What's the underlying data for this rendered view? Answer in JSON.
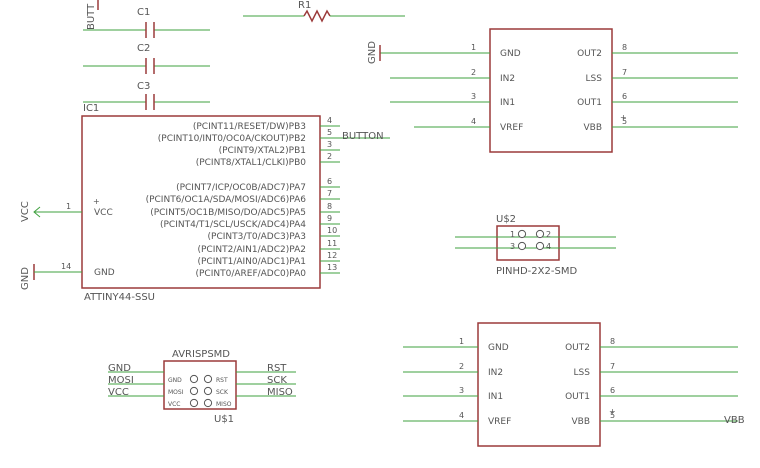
{
  "labels": {
    "butt": "BUTT",
    "c1": "C1",
    "c2": "C2",
    "c3": "C3",
    "r1": "R1",
    "ic1_name": "IC1",
    "ic1_part": "ATTINY44-SSU",
    "vcc_net": "VCC",
    "gnd_net_left": "GND",
    "gnd_net_top": "GND",
    "button_net": "BUTTON",
    "us2_name": "U$2",
    "us2_part": "PINHD-2X2-SMD",
    "us1_name": "U$1",
    "us1_part": "AVRISPSMD",
    "vbb_net": "VBB",
    "plus": "+"
  },
  "ic1_pins": [
    {
      "num": "4",
      "label": "(PCINT11/RESET/DW)PB3"
    },
    {
      "num": "5",
      "label": "(PCINT10/INT0/OC0A/CKOUT)PB2"
    },
    {
      "num": "3",
      "label": "(PCINT9/XTAL2)PB1"
    },
    {
      "num": "2",
      "label": "(PCINT8/XTAL1/CLKI)PB0"
    },
    {
      "num": "6",
      "label": "(PCINT7/ICP/OC0B/ADC7)PA7"
    },
    {
      "num": "7",
      "label": "(PCINT6/OC1A/SDA/MOSI/ADC6)PA6"
    },
    {
      "num": "8",
      "label": "(PCINT5/OC1B/MISO/DO/ADC5)PA5"
    },
    {
      "num": "9",
      "label": "(PCINT4/T1/SCL/USCK/ADC4)PA4"
    },
    {
      "num": "10",
      "label": "(PCINT3/T0/ADC3)PA3"
    },
    {
      "num": "11",
      "label": "(PCINT2/AIN1/ADC2)PA2"
    },
    {
      "num": "12",
      "label": "(PCINT1/AIN0/ADC1)PA1"
    },
    {
      "num": "13",
      "label": "(PCINT0/AREF/ADC0)PA0"
    }
  ],
  "ic1_left_pins": [
    {
      "num": "1",
      "label": "VCC"
    },
    {
      "num": "14",
      "label": "GND"
    }
  ],
  "driver_left_pins": [
    {
      "num": "1",
      "label": "GND"
    },
    {
      "num": "2",
      "label": "IN2"
    },
    {
      "num": "3",
      "label": "IN1"
    },
    {
      "num": "4",
      "label": "VREF"
    }
  ],
  "driver_right_pins": [
    {
      "num": "8",
      "label": "OUT2"
    },
    {
      "num": "7",
      "label": "LSS"
    },
    {
      "num": "6",
      "label": "OUT1"
    },
    {
      "num": "5",
      "label": "VBB"
    }
  ],
  "driver2_left_pins": [
    {
      "num": "1",
      "label": "GND"
    },
    {
      "num": "2",
      "label": "IN2"
    },
    {
      "num": "3",
      "label": "IN1"
    },
    {
      "num": "4",
      "label": "VREF"
    }
  ],
  "driver2_right_pins": [
    {
      "num": "8",
      "label": "OUT2"
    },
    {
      "num": "7",
      "label": "LSS"
    },
    {
      "num": "6",
      "label": "OUT1"
    },
    {
      "num": "5",
      "label": "VBB"
    }
  ],
  "header_pins": [
    {
      "num": "1"
    },
    {
      "num": "2"
    },
    {
      "num": "3"
    },
    {
      "num": "4"
    }
  ],
  "isp_nets_left": [
    "GND",
    "MOSI",
    "VCC"
  ],
  "isp_nets_right": [
    "RST",
    "SCK",
    "MISO"
  ],
  "isp_inner_left": [
    "GND",
    "MOSI",
    "VCC"
  ],
  "isp_inner_right": [
    "RST",
    "SCK",
    "MISO"
  ],
  "colors": {
    "wire": "#3fa13f",
    "symbol": "#9b3a3a",
    "text": "#555555"
  }
}
